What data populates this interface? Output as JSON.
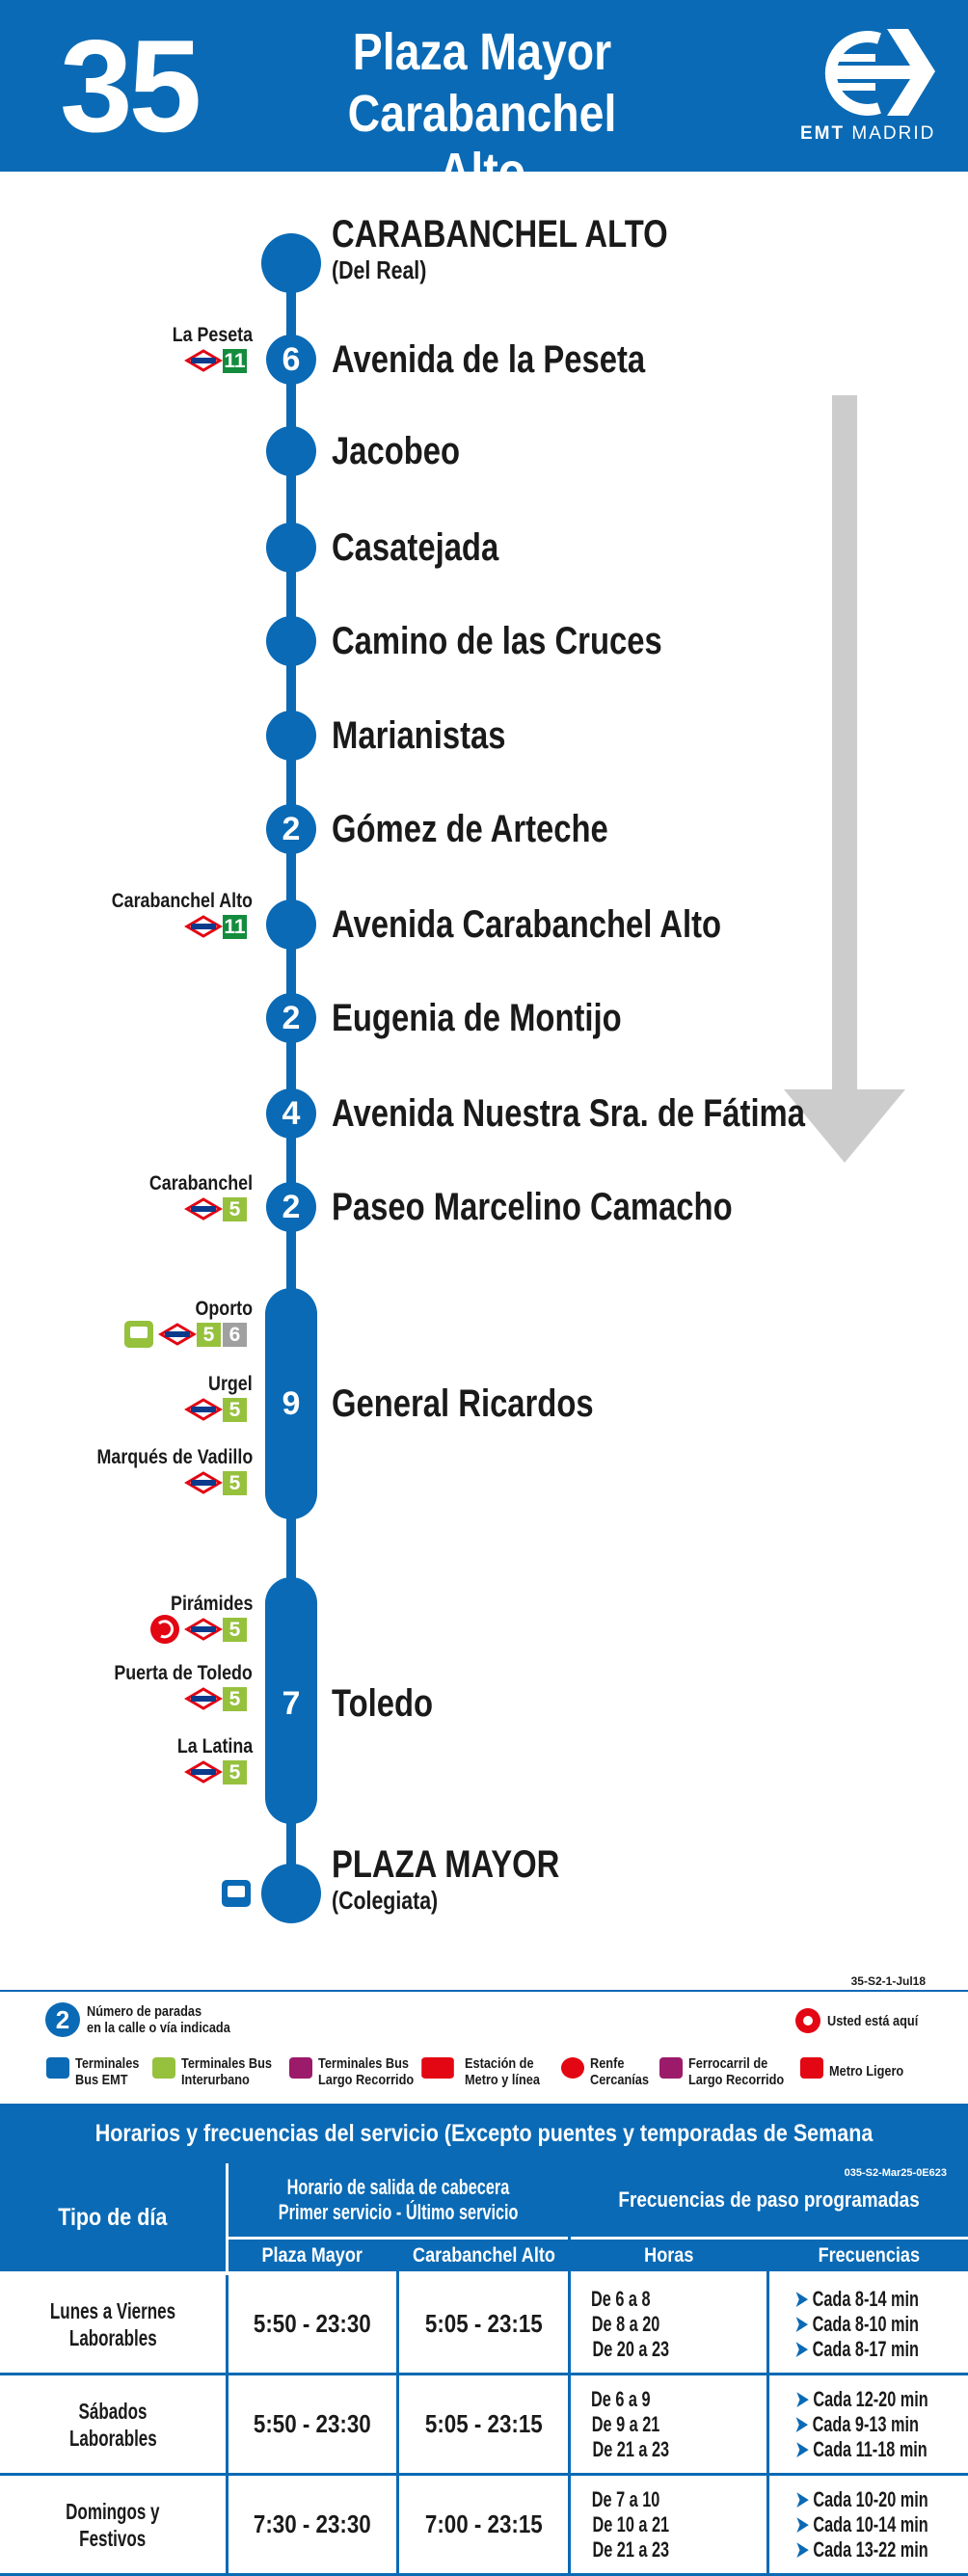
{
  "header": {
    "route_number": "35",
    "line1": "Plaza Mayor",
    "line2": "Carabanchel Alto",
    "logo_text_bold": "EMT",
    "logo_text": " MADRID",
    "background": "#0a6ab5"
  },
  "direction_arrow": {
    "color": "#cccccc",
    "direction": "down"
  },
  "stops": [
    {
      "name": "CARABANCHEL ALTO",
      "sub": "(Del Real)",
      "count": ""
    },
    {
      "name": "Avenida de la Peseta",
      "count": "6",
      "connection": {
        "label": "La Peseta",
        "metro": [
          "11"
        ]
      }
    },
    {
      "name": "Jacobeo",
      "count": ""
    },
    {
      "name": "Casatejada",
      "count": ""
    },
    {
      "name": "Camino de las Cruces",
      "count": ""
    },
    {
      "name": "Marianistas",
      "count": ""
    },
    {
      "name": "Gómez de Arteche",
      "count": "2"
    },
    {
      "name": "Avenida Carabanchel Alto",
      "count": "",
      "connection": {
        "label": "Carabanchel Alto",
        "metro": [
          "11"
        ]
      }
    },
    {
      "name": "Eugenia de Montijo",
      "count": "2"
    },
    {
      "name": "Avenida Nuestra Sra. de Fátima",
      "count": "4"
    },
    {
      "name": "Paseo Marcelino Camacho",
      "count": "2",
      "connection": {
        "label": "Carabanchel",
        "metro": [
          "5"
        ]
      }
    },
    {
      "name": "General Ricardos",
      "count": "9",
      "connections": [
        {
          "label": "Oporto",
          "metro": [
            "5",
            "6"
          ],
          "interurban_bus": true
        },
        {
          "label": "Urgel",
          "metro": [
            "5"
          ]
        },
        {
          "label": "Marqués de Vadillo",
          "metro": [
            "5"
          ]
        }
      ]
    },
    {
      "name": "Toledo",
      "count": "7",
      "connections": [
        {
          "label": "Pirámides",
          "metro": [
            "5"
          ],
          "renfe": true
        },
        {
          "label": "Puerta de Toledo",
          "metro": [
            "5"
          ]
        },
        {
          "label": "La Latina",
          "metro": [
            "5"
          ]
        }
      ]
    },
    {
      "name": "PLAZA MAYOR",
      "sub": "(Colegiata)",
      "count": "",
      "terminal_bus": true
    }
  ],
  "metro_colors": {
    "5": "#96c13d",
    "6": "#a0a0a0",
    "11": "#138c3d"
  },
  "doc_code": "35-S2-1-Jul18",
  "legend": {
    "stop_count_sample": "2",
    "stop_count_text_1": "Número de paradas",
    "stop_count_text_2": "en la calle o vía indicada",
    "you_are_here": "Usted está aquí",
    "items": [
      {
        "l1": "Terminales",
        "l2": "Bus EMT"
      },
      {
        "l1": "Terminales Bus",
        "l2": "Interurbano"
      },
      {
        "l1": "Terminales Bus",
        "l2": "Largo Recorrido"
      },
      {
        "l1": "Estación de",
        "l2": "Metro y línea"
      },
      {
        "l1": "Renfe",
        "l2": "Cercanías"
      },
      {
        "l1": "Ferrocarril de",
        "l2": "Largo Recorrido"
      },
      {
        "l1": "Metro Ligero",
        "l2": ""
      }
    ]
  },
  "timetable": {
    "title": "Horarios y frecuencias del servicio (Excepto puentes y temporadas de Semana Santa y Verano)",
    "code": "035-S2-Mar25-0E623",
    "col_day": "Tipo de día",
    "col_schedule_1": "Horario de salida de cabecera",
    "col_schedule_2": "Primer servicio - Último servicio",
    "col_freq": "Frecuencias de paso programadas",
    "sub_plaza": "Plaza Mayor",
    "sub_carabanchel": "Carabanchel Alto",
    "sub_hours": "Horas",
    "sub_freqs": "Frecuencias",
    "rows": [
      {
        "day1": "Lunes a Viernes",
        "day2": "Laborables",
        "plaza": "5:50 - 23:30",
        "carab": "5:05 - 23:15",
        "hours": [
          "De 6 a 8",
          "De 8 a 20",
          "De 20 a 23"
        ],
        "freqs": [
          "Cada 8-14 min",
          "Cada 8-10 min",
          "Cada 8-17 min"
        ]
      },
      {
        "day1": "Sábados",
        "day2": "Laborables",
        "plaza": "5:50 - 23:30",
        "carab": "5:05 - 23:15",
        "hours": [
          "De 6 a 9",
          "De 9 a 21",
          "De 21 a 23"
        ],
        "freqs": [
          "Cada 12-20 min",
          "Cada 9-13 min",
          "Cada 11-18 min"
        ]
      },
      {
        "day1": "Domingos y",
        "day2": "Festivos",
        "plaza": "7:30 - 23:30",
        "carab": "7:00 - 23:15",
        "hours": [
          "De 7 a 10",
          "De 10 a 21",
          "De 21 a 23"
        ],
        "freqs": [
          "Cada 10-20 min",
          "Cada 10-14 min",
          "Cada 13-22 min"
        ]
      }
    ]
  }
}
